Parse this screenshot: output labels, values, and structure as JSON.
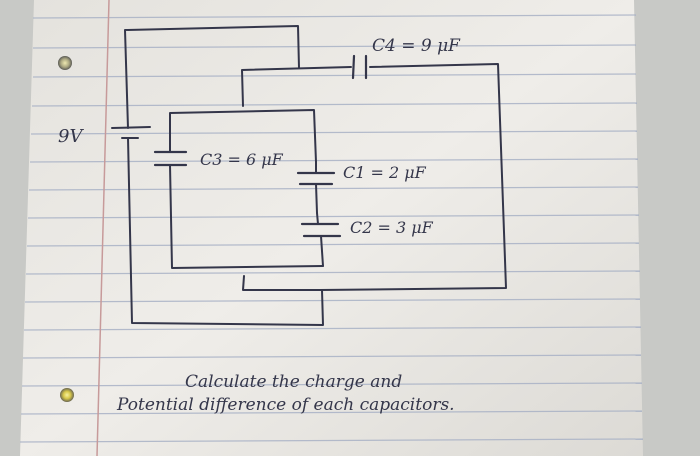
{
  "circuit": {
    "battery_label": "9V",
    "capacitors": [
      {
        "id": "C4",
        "label": "C4 = 9 μF"
      },
      {
        "id": "C3",
        "label": "C3 = 6 μF"
      },
      {
        "id": "C1",
        "label": "C1 = 2 μF"
      },
      {
        "id": "C2",
        "label": "C2 = 3 μF"
      }
    ]
  },
  "question": {
    "line1": "Calculate the charge and",
    "line2": "Potential difference of each capacitors."
  },
  "colors": {
    "paper": "#eceae6",
    "rule_line": "#a9b2c6",
    "margin_line": "#c79a9a",
    "ink": "#34364a"
  }
}
